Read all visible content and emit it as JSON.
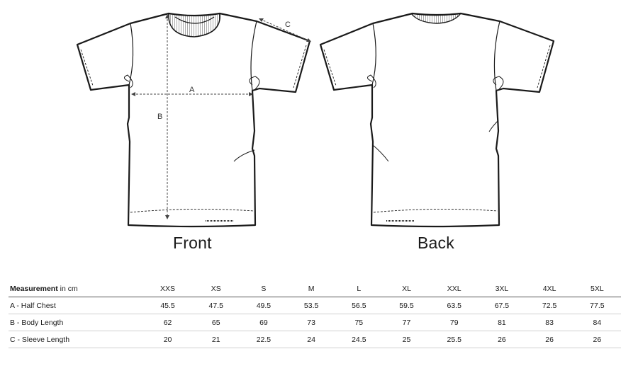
{
  "dimensions": {
    "a": "A",
    "b": "B",
    "c": "C"
  },
  "views": {
    "front": "Front",
    "back": "Back"
  },
  "table": {
    "header_bold": "Measurement",
    "header_unit": " in cm",
    "sizes": [
      "XXS",
      "XS",
      "S",
      "M",
      "L",
      "XL",
      "XXL",
      "3XL",
      "4XL",
      "5XL"
    ],
    "rows": [
      {
        "label": "A - Half Chest",
        "values": [
          "45.5",
          "47.5",
          "49.5",
          "53.5",
          "56.5",
          "59.5",
          "63.5",
          "67.5",
          "72.5",
          "77.5"
        ]
      },
      {
        "label": "B - Body Length",
        "values": [
          "62",
          "65",
          "69",
          "73",
          "75",
          "77",
          "79",
          "81",
          "83",
          "84"
        ]
      },
      {
        "label": "C - Sleeve Length",
        "values": [
          "20",
          "21",
          "22.5",
          "24",
          "24.5",
          "25",
          "25.5",
          "26",
          "26",
          "26"
        ]
      }
    ]
  }
}
